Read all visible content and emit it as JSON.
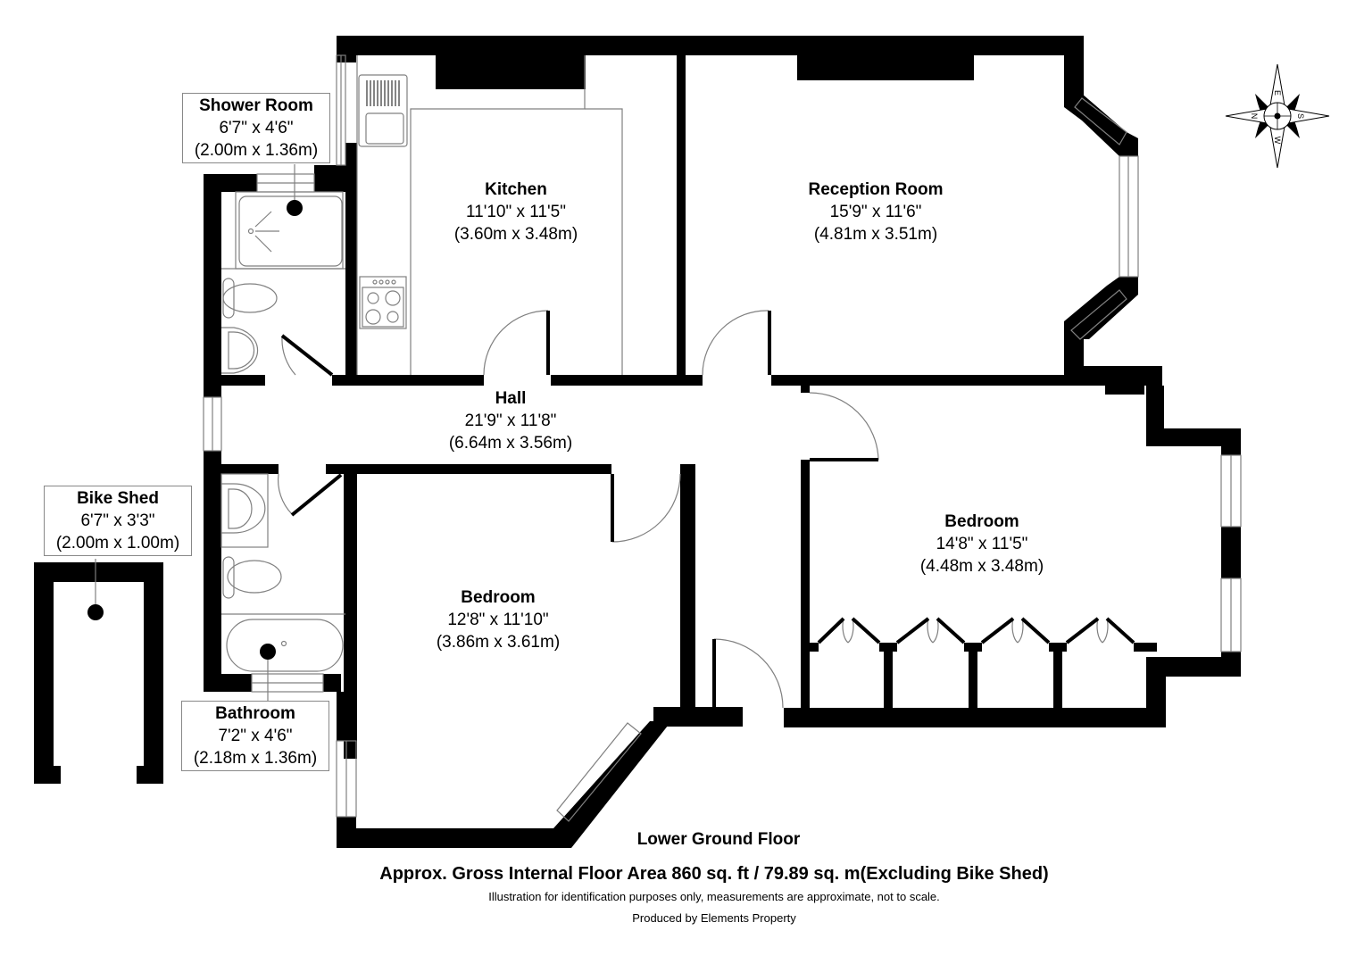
{
  "floor": {
    "name": "Lower Ground Floor",
    "area_text": "Approx. Gross Internal Floor Area 860 sq. ft / 79.89 sq. m(Excluding Bike Shed)",
    "disclaimer": "Illustration for identification purposes only, measurements are approximate, not to scale.",
    "producer": "Produced by Elements Property"
  },
  "rooms": [
    {
      "id": "shower-room",
      "name": "Shower Room",
      "imperial": "6'7\" x 4'6\"",
      "metric": "(2.00m x 1.36m)"
    },
    {
      "id": "kitchen",
      "name": "Kitchen",
      "imperial": "11'10\" x 11'5\"",
      "metric": "(3.60m x 3.48m)"
    },
    {
      "id": "reception-room",
      "name": "Reception Room",
      "imperial": "15'9\" x 11'6\"",
      "metric": "(4.81m x 3.51m)"
    },
    {
      "id": "hall",
      "name": "Hall",
      "imperial": "21'9\" x 11'8\"",
      "metric": "(6.64m x 3.56m)"
    },
    {
      "id": "bedroom-2",
      "name": "Bedroom",
      "imperial": "14'8\" x 11'5\"",
      "metric": "(4.48m x 3.48m)"
    },
    {
      "id": "bedroom-1",
      "name": "Bedroom",
      "imperial": "12'8\" x 11'10\"",
      "metric": "(3.86m x 3.61m)"
    },
    {
      "id": "bathroom",
      "name": "Bathroom",
      "imperial": "7'2\" x 4'6\"",
      "metric": "(2.18m x 1.36m)"
    },
    {
      "id": "bike-shed",
      "name": "Bike Shed",
      "imperial": "6'7\" x 3'3\"",
      "metric": "(2.00m x 1.00m)"
    }
  ],
  "compass": {
    "labels": [
      "E",
      "S",
      "W",
      "N"
    ]
  },
  "colors": {
    "wall": "#000000",
    "fixture_line": "#808080",
    "background": "#ffffff"
  }
}
